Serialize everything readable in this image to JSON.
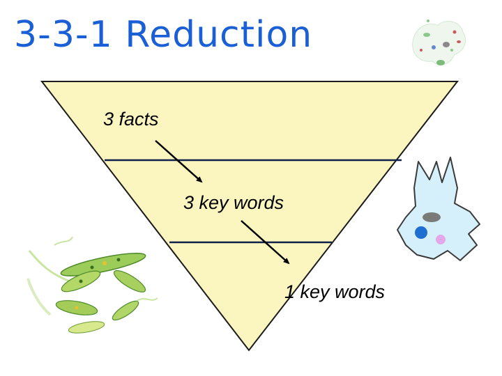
{
  "title": "3-3-1 Reduction",
  "pyramid": {
    "levels": [
      {
        "label": "3 facts"
      },
      {
        "label": "3 key words"
      },
      {
        "label": "1 key words"
      }
    ]
  },
  "colors": {
    "title": "#1a5fd6",
    "pyramid_fill": "#fbf5c0",
    "pyramid_stroke": "#1c1c1c",
    "divider": "#10204a",
    "arrow": "#000000"
  },
  "decorations": [
    "microorganisms-icon",
    "amoeba-icon",
    "euglena-icon"
  ]
}
